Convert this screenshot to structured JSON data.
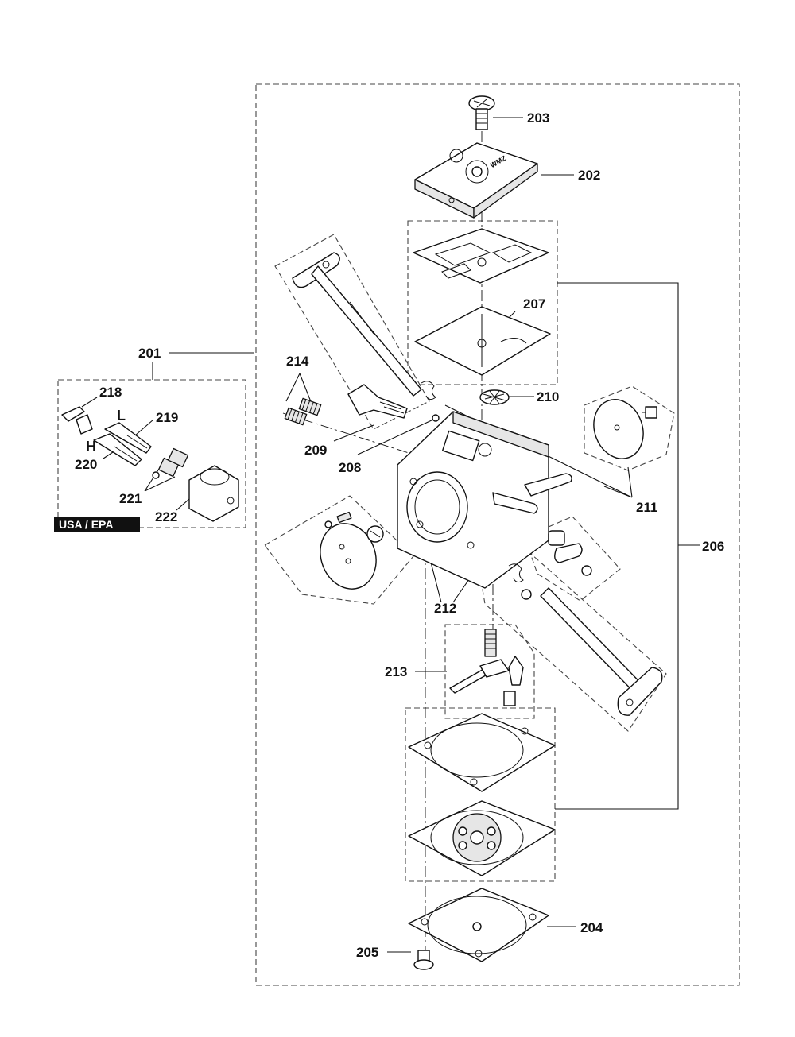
{
  "labels": {
    "p201": "201",
    "p202": "202",
    "p203": "203",
    "p204": "204",
    "p205": "205",
    "p206": "206",
    "p207": "207",
    "p208": "208",
    "p209": "209",
    "p210": "210",
    "p211": "211",
    "p212": "212",
    "p213": "213",
    "p214": "214",
    "p218": "218",
    "p219": "219",
    "p220": "220",
    "p221": "221",
    "p222": "222",
    "needle_low": "L",
    "needle_high": "H"
  },
  "badge": {
    "text": "USA / EPA",
    "color": "#111111"
  },
  "cover_mark": "WMZ"
}
